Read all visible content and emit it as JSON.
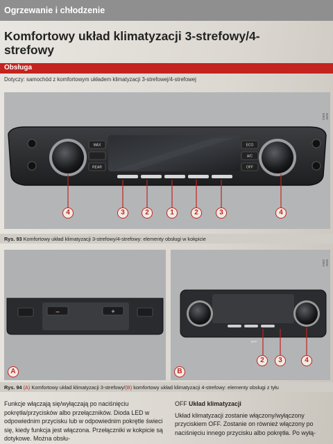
{
  "header": {
    "section": "Ogrzewanie i chłodzenie"
  },
  "title": "Komfortowy układ klimatyzacji 3-strefowy/4-strefowy",
  "section_bar": "Obsługa",
  "applies_to": "Dotyczy: samochód z komfortowym układem klimatyzacji 3-strefowej/4-strefowej",
  "figure93": {
    "ref_code": "B4M-0363",
    "buttons": {
      "max": "MAX",
      "rear": "REAR",
      "eco": "ECO",
      "ac": "A/C",
      "off": "OFF"
    },
    "callouts": [
      "4",
      "3",
      "2",
      "1",
      "2",
      "3",
      "4"
    ],
    "caption_label": "Rys. 93",
    "caption_text": "Komfortowy układ klimatyzacji 3-strefowy/4-strefowy: elementy obsługi w kokpicie"
  },
  "figure94": {
    "ref_code": "B4M-0364",
    "panel_a_label": "A",
    "panel_b_label": "B",
    "minus": "–",
    "plus": "+",
    "off": "OFF",
    "callouts_b": [
      "2",
      "3",
      "4"
    ],
    "caption_label": "Rys. 94",
    "caption_a_marker": "A",
    "caption_a_text": "Komfortowy układ klimatyzacji 3-strefowy/",
    "caption_b_marker": "B",
    "caption_b_text": "komfortowy układ klimatyzacji 4-strefowy: elementy obsługi z tyłu"
  },
  "body": {
    "col1": "Funkcje włączają się/wyłączają po naciśnięciu pokrętła/przycisków albo przełączników. Dioda LED w odpowiednim przycisku lub w odpowiednim pokrętle świeci się, kiedy funkcja jest włączona. Przełączniki w kokpicie są dotykowe. Można obsłu-",
    "col2_heading_marker": "OFF",
    "col2_heading": "Układ klimatyzacji",
    "col2_text": "Układ klimatyzacji zostanie włączony/wyłączony przyciskiem OFF. Zostanie on również włączony po naciśnięciu innego przycisku albo pokrętła. Po wyłą-"
  }
}
